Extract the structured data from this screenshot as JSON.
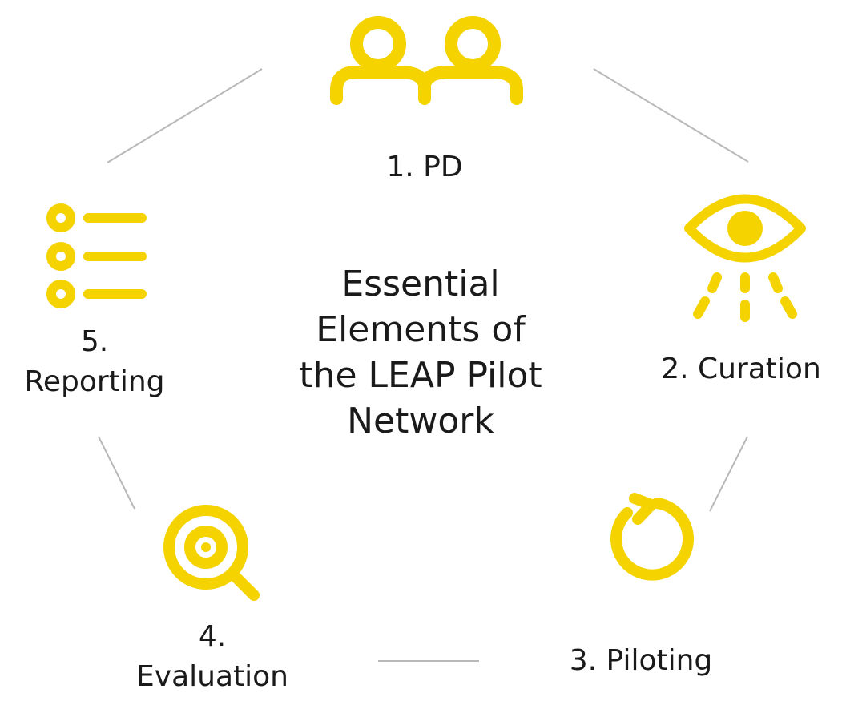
{
  "center_title": [
    "Essential",
    "Elements of",
    "the LEAP Pilot",
    "Network"
  ],
  "accent_color": "#f5d300",
  "connector_color": "#b8b8b8",
  "elements": [
    {
      "id": "pd",
      "icon": "people-icon",
      "label_lines": [
        "1. PD"
      ]
    },
    {
      "id": "curation",
      "icon": "eye-icon",
      "label_lines": [
        "2. Curation"
      ]
    },
    {
      "id": "piloting",
      "icon": "refresh-icon",
      "label_lines": [
        "3. Piloting"
      ]
    },
    {
      "id": "evaluation",
      "icon": "magnifier-target-icon",
      "label_lines": [
        "4.",
        "Evaluation"
      ]
    },
    {
      "id": "reporting",
      "icon": "list-icon",
      "label_lines": [
        "5.",
        "Reporting"
      ]
    }
  ]
}
